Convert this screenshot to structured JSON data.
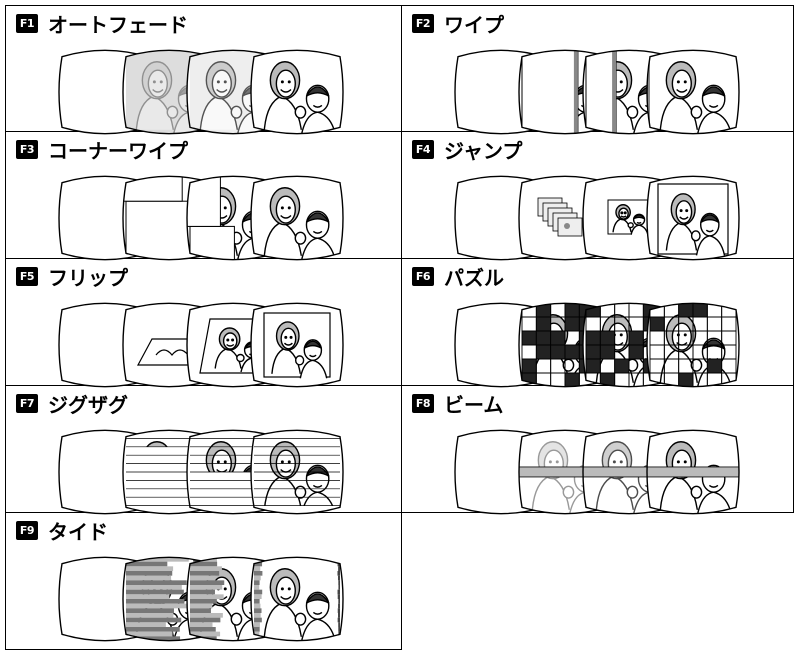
{
  "effects": [
    {
      "badge": "F1",
      "title": "オートフェード",
      "icon": "auto-fade-illustration"
    },
    {
      "badge": "F2",
      "title": "ワイプ",
      "icon": "wipe-illustration"
    },
    {
      "badge": "F3",
      "title": "コーナーワイプ",
      "icon": "corner-wipe-illustration"
    },
    {
      "badge": "F4",
      "title": "ジャンプ",
      "icon": "jump-illustration"
    },
    {
      "badge": "F5",
      "title": "フリップ",
      "icon": "flip-illustration"
    },
    {
      "badge": "F6",
      "title": "パズル",
      "icon": "puzzle-illustration"
    },
    {
      "badge": "F7",
      "title": "ジグザグ",
      "icon": "zigzag-illustration"
    },
    {
      "badge": "F8",
      "title": "ビーム",
      "icon": "beam-illustration"
    },
    {
      "badge": "F9",
      "title": "タイド",
      "icon": "tide-illustration"
    }
  ]
}
